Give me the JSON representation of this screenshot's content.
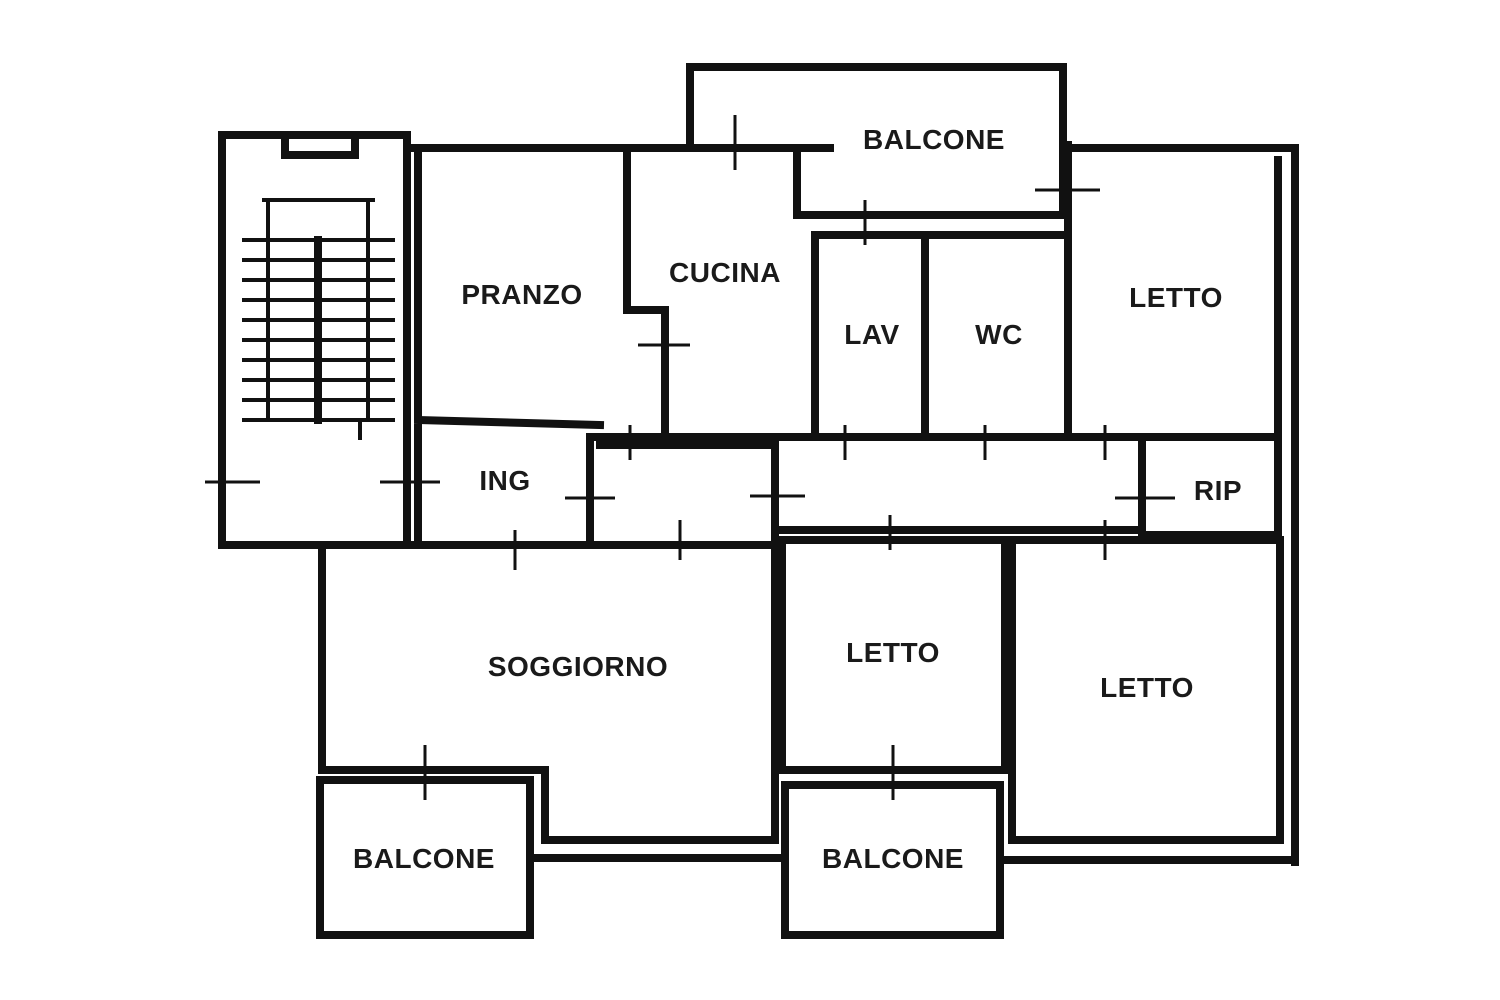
{
  "title": "Floor plan",
  "rooms": {
    "balcone_top": "BALCONE",
    "pranzo": "PRANZO",
    "cucina": "CUCINA",
    "lav": "LAV",
    "wc": "WC",
    "letto_top_right": "LETTO",
    "ing": "ING",
    "rip": "RIP",
    "soggiorno": "SOGGIORNO",
    "letto_middle": "LETTO",
    "letto_right": "LETTO",
    "balcone_bottom_left": "BALCONE",
    "balcone_bottom_middle": "BALCONE"
  },
  "colors": {
    "wall": "#111111",
    "background": "#ffffff"
  }
}
